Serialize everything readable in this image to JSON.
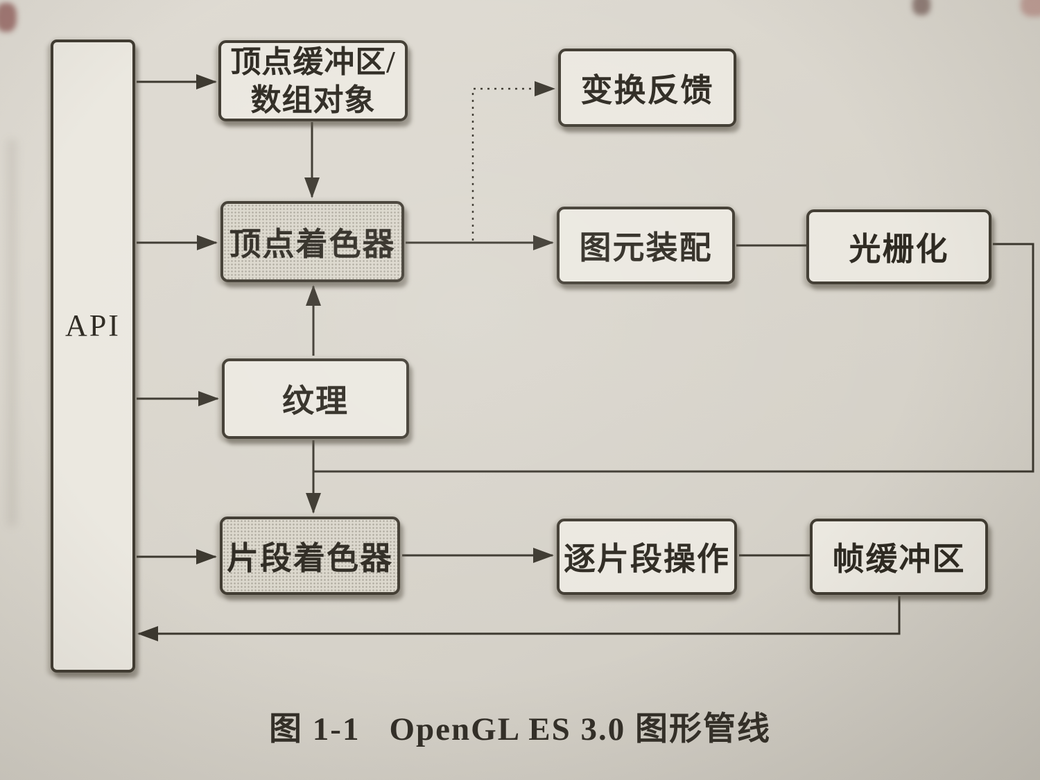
{
  "figure": {
    "caption_prefix": "图 1-1",
    "caption_title": "OpenGL ES 3.0 图形管线"
  },
  "nodes": {
    "api": {
      "label": "API"
    },
    "vertex_buffer": {
      "line1": "顶点缓冲区/",
      "line2": "数组对象"
    },
    "transform_feedback": {
      "label": "变换反馈"
    },
    "vertex_shader": {
      "label": "顶点着色器"
    },
    "primitive_assembly": {
      "label": "图元装配"
    },
    "rasterization": {
      "label": "光栅化"
    },
    "texture": {
      "label": "纹理"
    },
    "fragment_shader": {
      "label": "片段着色器"
    },
    "per_fragment_ops": {
      "label": "逐片段操作"
    },
    "framebuffer": {
      "label": "帧缓冲区"
    }
  },
  "edges": [
    {
      "from": "api",
      "to": "vertex_buffer",
      "style": "solid-arrow"
    },
    {
      "from": "vertex_buffer",
      "to": "vertex_shader",
      "style": "solid-arrow"
    },
    {
      "from": "api",
      "to": "vertex_shader",
      "style": "solid-arrow"
    },
    {
      "from": "vertex_shader",
      "to": "transform_feedback",
      "style": "dotted-arrow"
    },
    {
      "from": "vertex_shader",
      "to": "primitive_assembly",
      "style": "solid-arrow"
    },
    {
      "from": "primitive_assembly",
      "to": "rasterization",
      "style": "solid-line"
    },
    {
      "from": "rasterization",
      "to": "fragment_shader",
      "style": "solid-loop-right-side"
    },
    {
      "from": "texture",
      "to": "vertex_shader",
      "style": "solid-arrow"
    },
    {
      "from": "api",
      "to": "texture",
      "style": "solid-arrow"
    },
    {
      "from": "texture",
      "to": "fragment_shader",
      "style": "solid-arrow"
    },
    {
      "from": "api",
      "to": "fragment_shader",
      "style": "solid-arrow"
    },
    {
      "from": "fragment_shader",
      "to": "per_fragment_ops",
      "style": "solid-arrow"
    },
    {
      "from": "per_fragment_ops",
      "to": "framebuffer",
      "style": "solid-line"
    },
    {
      "from": "framebuffer",
      "to": "api",
      "style": "solid-arrow-return"
    }
  ],
  "colors": {
    "paper": "#d9d5cc",
    "box_fill": "#ebe8e0",
    "shaded_box_fill": "#dbd7cc",
    "ink": "#3b372e"
  }
}
